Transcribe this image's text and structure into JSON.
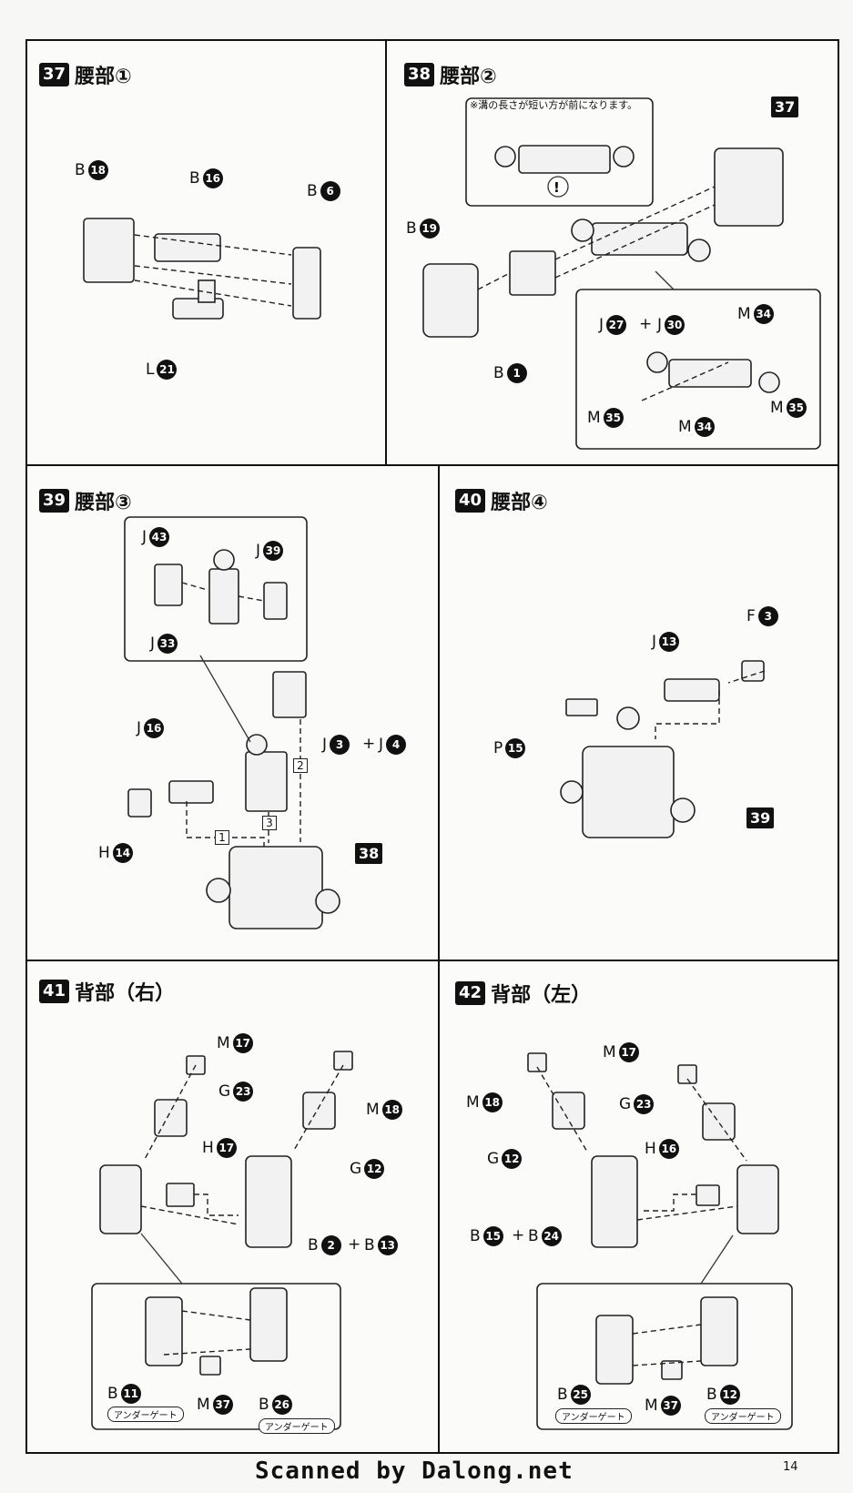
{
  "page_number": "14",
  "footer": "Scanned by Dalong.net",
  "steps": [
    {
      "num": "37",
      "title": "腰部①",
      "labels": [
        {
          "letter": "B",
          "num": "18"
        },
        {
          "letter": "B",
          "num": "16"
        },
        {
          "letter": "B",
          "num": "6"
        },
        {
          "letter": "L",
          "num": "21"
        }
      ]
    },
    {
      "num": "38",
      "title": "腰部②",
      "note": "※溝の長さが短い方が前になります。",
      "ref": "37",
      "labels": [
        {
          "letter": "B",
          "num": "19"
        },
        {
          "letter": "B",
          "num": "1"
        }
      ],
      "inset_labels": [
        {
          "letter": "J",
          "num": "27"
        },
        {
          "letter": "J",
          "num": "30"
        },
        {
          "letter": "M",
          "num": "34"
        },
        {
          "letter": "M",
          "num": "35"
        },
        {
          "letter": "M",
          "num": "34"
        },
        {
          "letter": "M",
          "num": "35"
        }
      ],
      "plus": "+"
    },
    {
      "num": "39",
      "title": "腰部③",
      "ref": "38",
      "inset_labels": [
        {
          "letter": "J",
          "num": "43"
        },
        {
          "letter": "J",
          "num": "39"
        },
        {
          "letter": "J",
          "num": "33"
        }
      ],
      "labels": [
        {
          "letter": "J",
          "num": "3"
        },
        {
          "letter": "J",
          "num": "4"
        },
        {
          "letter": "J",
          "num": "16"
        },
        {
          "letter": "H",
          "num": "14"
        }
      ],
      "plus": "+",
      "order": [
        "1",
        "2",
        "3"
      ]
    },
    {
      "num": "40",
      "title": "腰部④",
      "ref": "39",
      "labels": [
        {
          "letter": "F",
          "num": "3"
        },
        {
          "letter": "J",
          "num": "13"
        },
        {
          "letter": "P",
          "num": "15"
        }
      ]
    },
    {
      "num": "41",
      "title": "背部（右）",
      "labels": [
        {
          "letter": "M",
          "num": "17"
        },
        {
          "letter": "G",
          "num": "23"
        },
        {
          "letter": "M",
          "num": "18"
        },
        {
          "letter": "H",
          "num": "17"
        },
        {
          "letter": "G",
          "num": "12"
        },
        {
          "letter": "B",
          "num": "2"
        },
        {
          "letter": "B",
          "num": "13"
        }
      ],
      "inset_labels": [
        {
          "letter": "B",
          "num": "11"
        },
        {
          "letter": "M",
          "num": "37"
        },
        {
          "letter": "B",
          "num": "26"
        }
      ],
      "plus": "+",
      "gate": "アンダーゲート"
    },
    {
      "num": "42",
      "title": "背部（左）",
      "labels": [
        {
          "letter": "M",
          "num": "17"
        },
        {
          "letter": "M",
          "num": "18"
        },
        {
          "letter": "G",
          "num": "23"
        },
        {
          "letter": "H",
          "num": "16"
        },
        {
          "letter": "G",
          "num": "12"
        },
        {
          "letter": "B",
          "num": "15"
        },
        {
          "letter": "B",
          "num": "24"
        }
      ],
      "inset_labels": [
        {
          "letter": "B",
          "num": "25"
        },
        {
          "letter": "M",
          "num": "37"
        },
        {
          "letter": "B",
          "num": "12"
        }
      ],
      "plus": "+",
      "gate": "アンダーゲート"
    }
  ]
}
